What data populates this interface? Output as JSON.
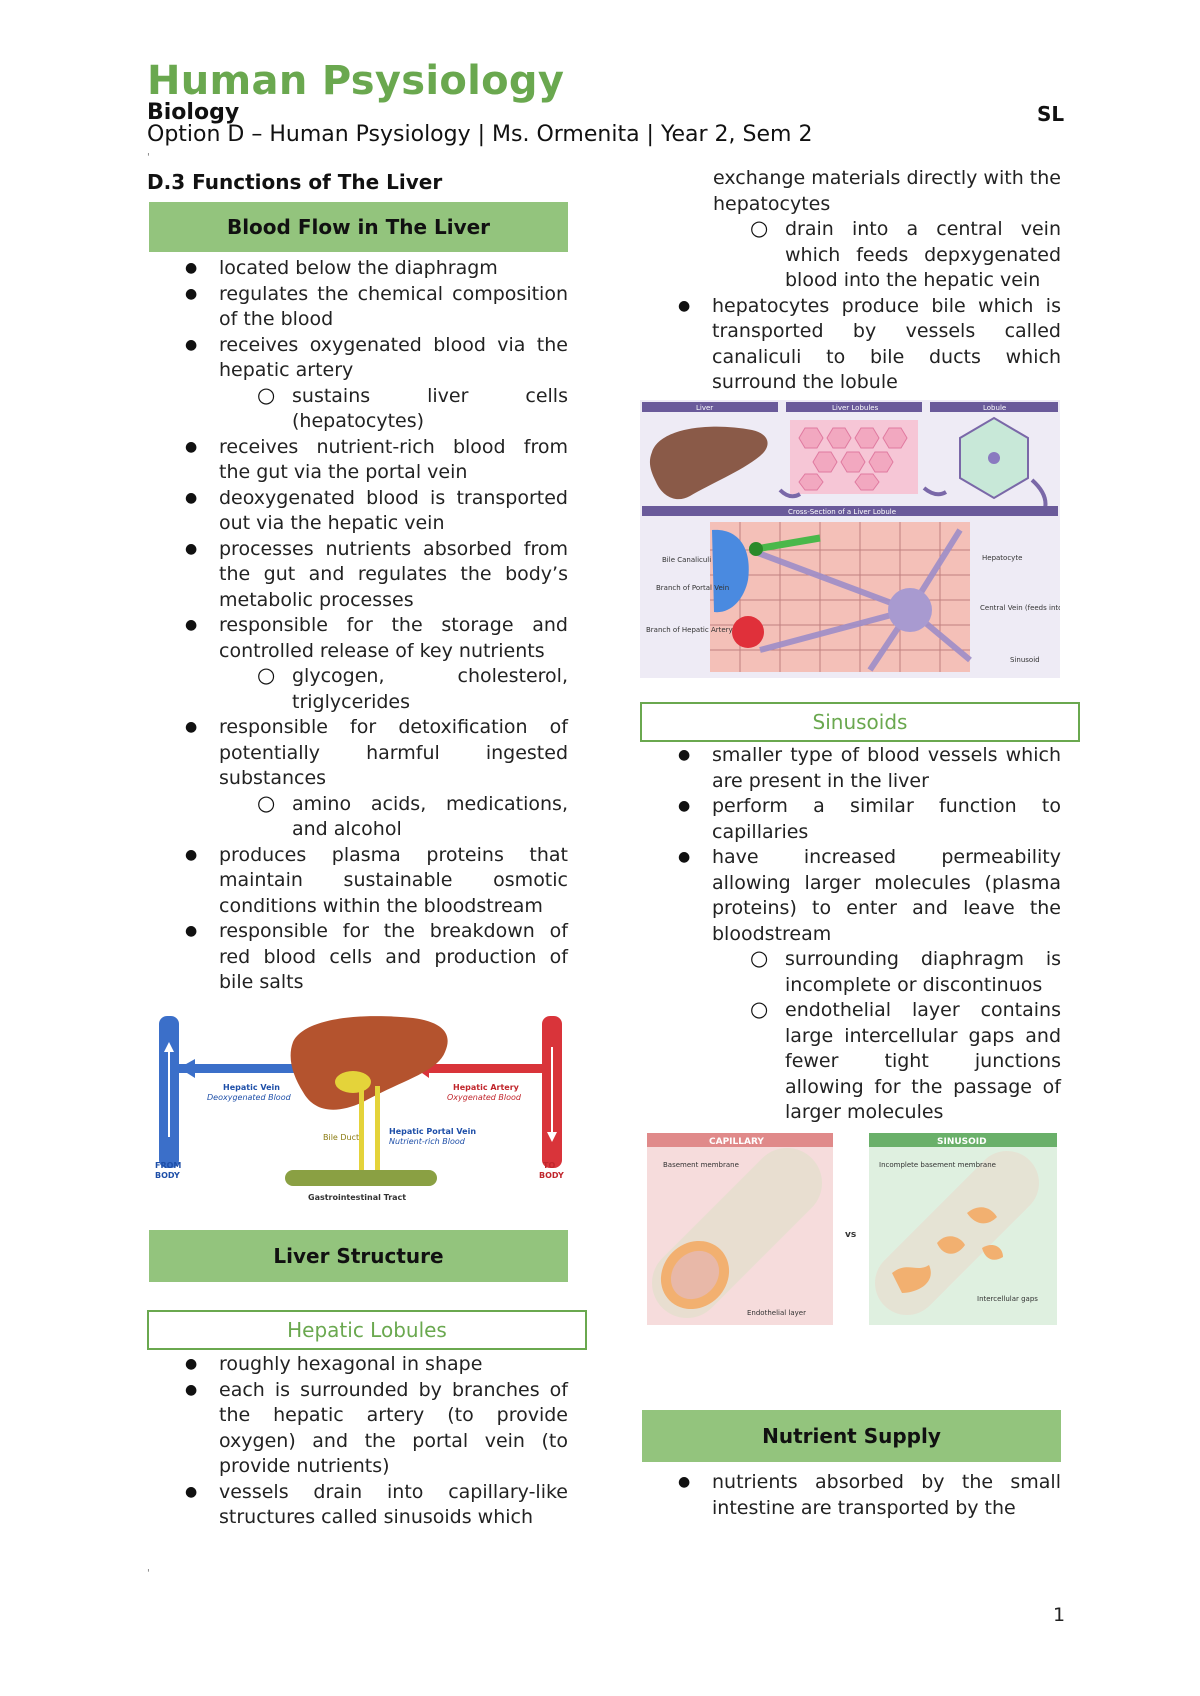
{
  "header": {
    "title": "Human Psysiology",
    "subject": "Biology",
    "level": "SL",
    "course_line": "Option D – Human Psysiology | Ms. Ormenita | Year 2, Sem 2"
  },
  "section_title": "D.3 Functions of The Liver",
  "blood_flow": {
    "heading": "Blood Flow in The Liver",
    "items": [
      {
        "text": "located below the diaphragm"
      },
      {
        "text": "regulates the chemical composition of the blood"
      },
      {
        "text": "receives oxygenated blood via the hepatic artery",
        "subs": [
          "sustains liver cells (hepatocytes)"
        ]
      },
      {
        "text": "receives nutrient-rich blood from the gut via the portal vein"
      },
      {
        "text": "deoxygenated blood is transported out via the hepatic vein"
      },
      {
        "text": "processes nutrients absorbed from the gut and regulates the body’s metabolic processes"
      },
      {
        "text": "responsible for the storage and controlled release of key nutrients",
        "subs": [
          "glycogen, cholesterol, triglycerides"
        ]
      },
      {
        "text": "responsible for detoxification of potentially harmful ingested substances",
        "subs": [
          "amino acids, medications, and alcohol"
        ]
      },
      {
        "text": "produces plasma proteins that maintain sustainable osmotic conditions within the bloodstream"
      },
      {
        "text": "responsible for the breakdown of red blood cells and production of bile salts"
      }
    ]
  },
  "blood_flow_figure": {
    "hepatic_vein": "Hepatic Vein",
    "hepatic_vein_sub": "Deoxygenated Blood",
    "hepatic_artery": "Hepatic Artery",
    "hepatic_artery_sub": "Oxygenated Blood",
    "portal_vein": "Hepatic Portal Vein",
    "portal_vein_sub": "Nutrient-rich Blood",
    "bile_duct": "Bile Duct",
    "from_body": [
      "FROM",
      "BODY"
    ],
    "to_body": [
      "TO",
      "BODY"
    ],
    "gi_tract": "Gastrointestinal Tract",
    "colors": {
      "vein": "#3b6fc9",
      "artery": "#d9343a",
      "liver": "#b4532e",
      "bile": "#e4d33a",
      "gut": "#8aa043"
    }
  },
  "liver_structure": {
    "heading": "Liver Structure",
    "subheading": "Hepatic Lobules",
    "items": [
      {
        "text": "roughly hexagonal in shape"
      },
      {
        "text": "each is surrounded by branches of the hepatic artery (to provide oxygen) and the portal vein (to provide nutrients)"
      },
      {
        "text": "vessels drain into capillary-like structures called sinusoids which"
      }
    ],
    "continuation": "exchange materials directly with the hepatocytes",
    "continuation_subs": [
      "drain into a central vein which feeds depxygenated blood into the hepatic vein"
    ],
    "items_2": [
      {
        "text": "hepatocytes produce bile which is transported by vessels called canaliculi to bile ducts which surround the lobule"
      }
    ]
  },
  "lobule_figure": {
    "panels": [
      "Liver",
      "Liver Lobules",
      "Lobule"
    ],
    "cross_section_title": "Cross-Section of a Liver Lobule",
    "left_labels": [
      "Bile Canaliculi",
      "Branch of Portal Vein",
      "Branch of Hepatic Artery"
    ],
    "right_labels": [
      "Hepatocyte",
      "Central Vein (feeds into hepatic vein)",
      "Sinusoid"
    ]
  },
  "sinusoids": {
    "heading": "Sinusoids",
    "items": [
      {
        "text": "smaller type of blood vessels which are present in the liver"
      },
      {
        "text": "perform a similar function to capillaries"
      },
      {
        "text": "have increased permeability allowing larger molecules (plasma proteins) to enter and leave the bloodstream",
        "subs": [
          "surrounding diaphragm is incomplete or discontinuos",
          "endothelial layer contains large intercellular gaps and fewer tight junctions allowing for the passage of larger molecules"
        ]
      }
    ]
  },
  "sinusoid_figure": {
    "capillary": "CAPILLARY",
    "sinusoid": "SINUSOID",
    "vs": "vs",
    "basement": "Basement membrane",
    "incomplete": "Incomplete basement membrane",
    "endothelial": "Endothelial layer",
    "gaps": "Intercellular gaps"
  },
  "nutrient_supply": {
    "heading": "Nutrient Supply",
    "items": [
      {
        "text": "nutrients absorbed by the small intestine are transported by the"
      }
    ]
  },
  "page_number": "1"
}
